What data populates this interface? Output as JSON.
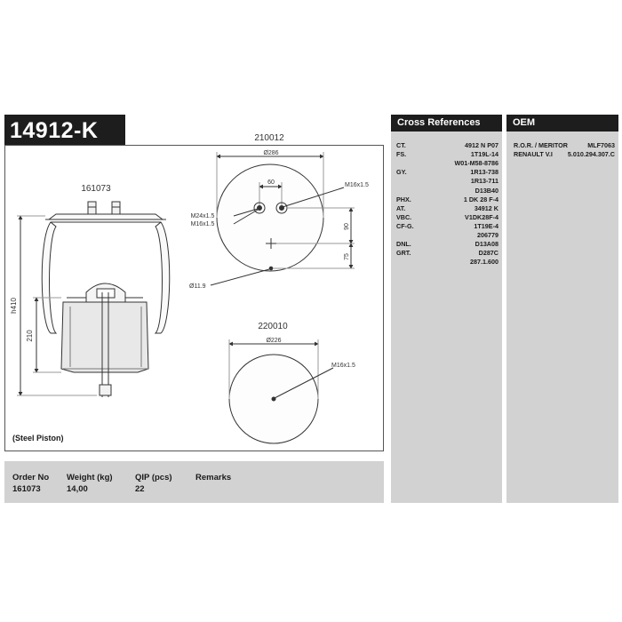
{
  "product": {
    "code": "14912-K",
    "note": "(Steel Piston)"
  },
  "drawing": {
    "side_view": {
      "part_no": "161073",
      "overall_height": "h410",
      "piston_height": "210"
    },
    "top_plate": {
      "part_no": "210012",
      "diameter": "Ø286",
      "spacing": "60",
      "stud_main": "M24x1.5",
      "stud_air": "M16x1.5",
      "stud_right": "M16x1.5",
      "offset_1": "90",
      "offset_2": "75",
      "hole": "Ø11.9"
    },
    "bottom_plate": {
      "part_no": "220010",
      "diameter": "Ø226",
      "stud": "M16x1.5"
    }
  },
  "order_info": {
    "headers": [
      "Order No",
      "Weight (kg)",
      "QIP (pcs)",
      "Remarks"
    ],
    "values": [
      "161073",
      "14,00",
      "22",
      ""
    ]
  },
  "cross_references": {
    "title": "Cross References",
    "rows": [
      {
        "brand": "CT.",
        "code": "4912 N P07"
      },
      {
        "brand": "FS.",
        "code": "1T19L-14"
      },
      {
        "brand": "",
        "code": "W01-M58-8786"
      },
      {
        "brand": "GY.",
        "code": "1R13-738"
      },
      {
        "brand": "",
        "code": "1R13-711"
      },
      {
        "brand": "",
        "code": "D13B40"
      },
      {
        "brand": "PHX.",
        "code": "1 DK 28 F-4"
      },
      {
        "brand": "AT.",
        "code": "34912 K"
      },
      {
        "brand": "VBC.",
        "code": "V1DK28F-4"
      },
      {
        "brand": "CF-G.",
        "code": "1T19E-4"
      },
      {
        "brand": "",
        "code": "206779"
      },
      {
        "brand": "DNL.",
        "code": "D13A08"
      },
      {
        "brand": "GRT.",
        "code": "D287C"
      },
      {
        "brand": "",
        "code": "287.1.600"
      }
    ]
  },
  "oem": {
    "title": "OEM",
    "rows": [
      {
        "name": "R.O.R. / MERITOR",
        "code": "MLF7063"
      },
      {
        "name": "RENAULT V.I",
        "code": "5.010.294.307.C"
      }
    ]
  }
}
